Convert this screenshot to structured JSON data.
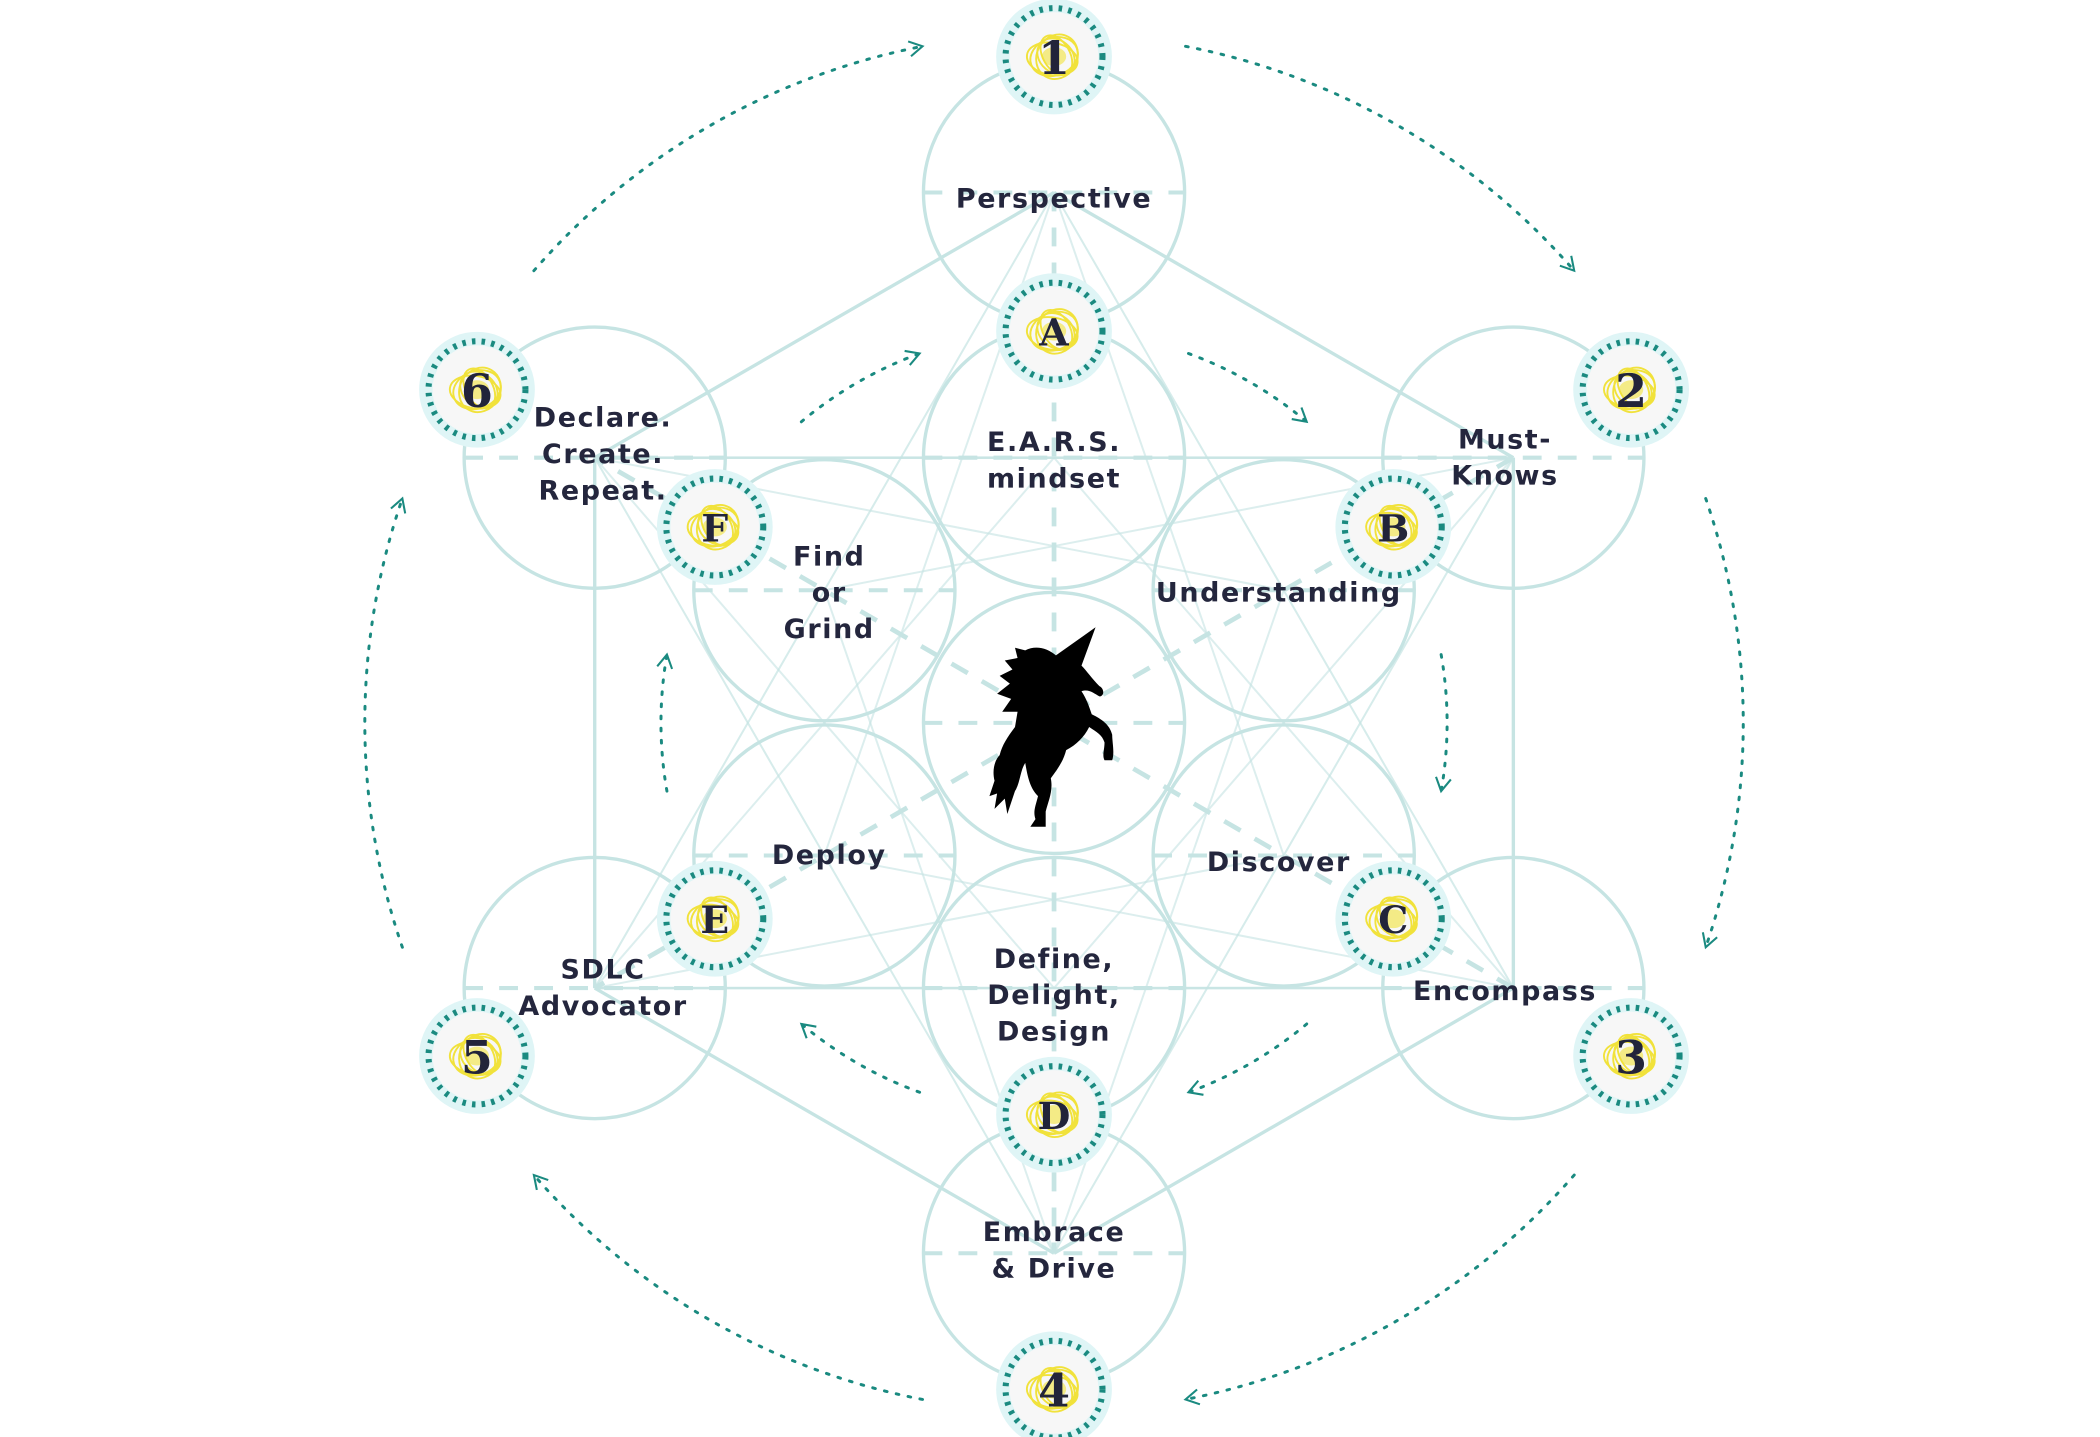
{
  "colors": {
    "circle_stroke": "#c6e4e3",
    "line_stroke": "#c6e4e3",
    "teal": "#1a8a80",
    "badge_halo": "#dff5f6",
    "badge_core": "#f7f7f7",
    "scribble": "#f1e23b",
    "text": "#24263d"
  },
  "center_icon": "unicorn-icon",
  "steps_outer": [
    "1",
    "2",
    "3",
    "4",
    "5",
    "6"
  ],
  "steps_inner": [
    "A",
    "B",
    "C",
    "D",
    "E",
    "F"
  ],
  "labels": [
    {
      "id": "perspective",
      "lines": [
        "Perspective"
      ]
    },
    {
      "id": "ears-mindset",
      "lines": [
        "E.A.R.S.",
        "mindset"
      ]
    },
    {
      "id": "must-knows",
      "lines": [
        "Must-",
        "Knows"
      ]
    },
    {
      "id": "declare-create-repeat",
      "lines": [
        "Declare.",
        "Create.",
        "Repeat."
      ]
    },
    {
      "id": "find-or-grind",
      "lines": [
        "Find",
        "or",
        "Grind"
      ]
    },
    {
      "id": "understanding",
      "lines": [
        "Understanding"
      ]
    },
    {
      "id": "deploy",
      "lines": [
        "Deploy"
      ]
    },
    {
      "id": "discover",
      "lines": [
        "Discover"
      ]
    },
    {
      "id": "sdlc-advocator",
      "lines": [
        "SDLC",
        "Advocator"
      ]
    },
    {
      "id": "encompass",
      "lines": [
        "Encompass"
      ]
    },
    {
      "id": "define-delight-design",
      "lines": [
        "Define,",
        "Delight,",
        "Design"
      ]
    },
    {
      "id": "embrace-drive",
      "lines": [
        "Embrace",
        "& Drive"
      ]
    }
  ]
}
